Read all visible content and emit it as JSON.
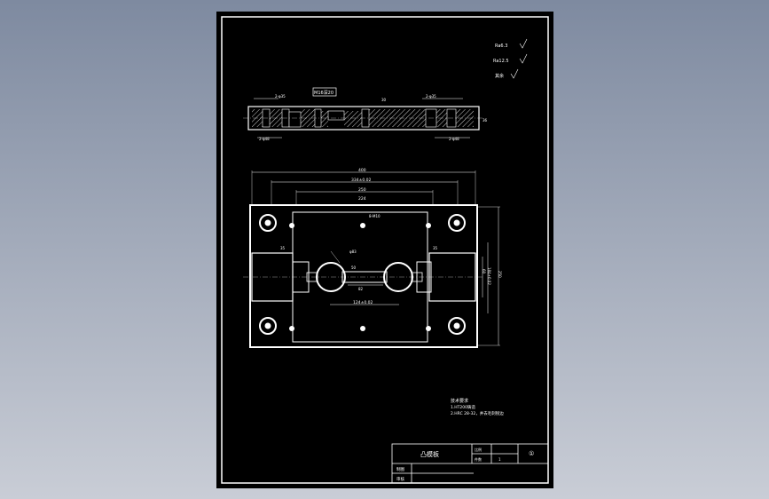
{
  "drawing": {
    "roughness": {
      "r1": "Ra6.3",
      "r2": "Ra12.5",
      "r3": "其余"
    },
    "section": {
      "tag": "M16深20",
      "dims": {
        "top_left": "2-φ35",
        "top_mid": "30",
        "top_right": "2-φ35",
        "bot_left": "2-φ48",
        "bot_right": "2-φ48",
        "side": "36"
      }
    },
    "plan": {
      "dims": {
        "d400": "400",
        "d334": "334±0.02",
        "d250": "250",
        "d224": "224",
        "d8m10": "8-M10",
        "d35a": "35",
        "d35b": "35",
        "d83": "φ83",
        "d50": "50",
        "d82": "82",
        "d124": "124±0.02",
        "d60v": "60",
        "d184": "184±0.02",
        "d250v": "250"
      }
    },
    "notes": {
      "title": "技术要求",
      "line1": "1.HT200铸造",
      "line2": "2.HRC 28-32，并去毛刺锐边"
    },
    "title_block": {
      "name": "凸模板",
      "scale_label": "比例",
      "qty_label": "件数",
      "qty_value": "1",
      "sheet_no": "①",
      "draw_label": "制图",
      "check_label": "审核"
    }
  }
}
